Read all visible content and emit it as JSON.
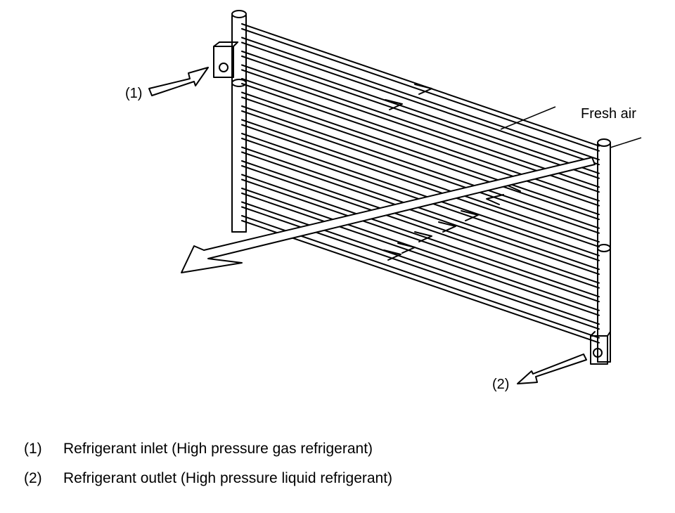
{
  "diagram": {
    "callouts": {
      "inlet": "(1)",
      "outlet": "(2)",
      "air": "Fresh air"
    }
  },
  "legend": [
    {
      "number": "(1)",
      "text": "Refrigerant inlet (High pressure gas refrigerant)"
    },
    {
      "number": "(2)",
      "text": "Refrigerant outlet (High pressure liquid refrigerant)"
    }
  ]
}
